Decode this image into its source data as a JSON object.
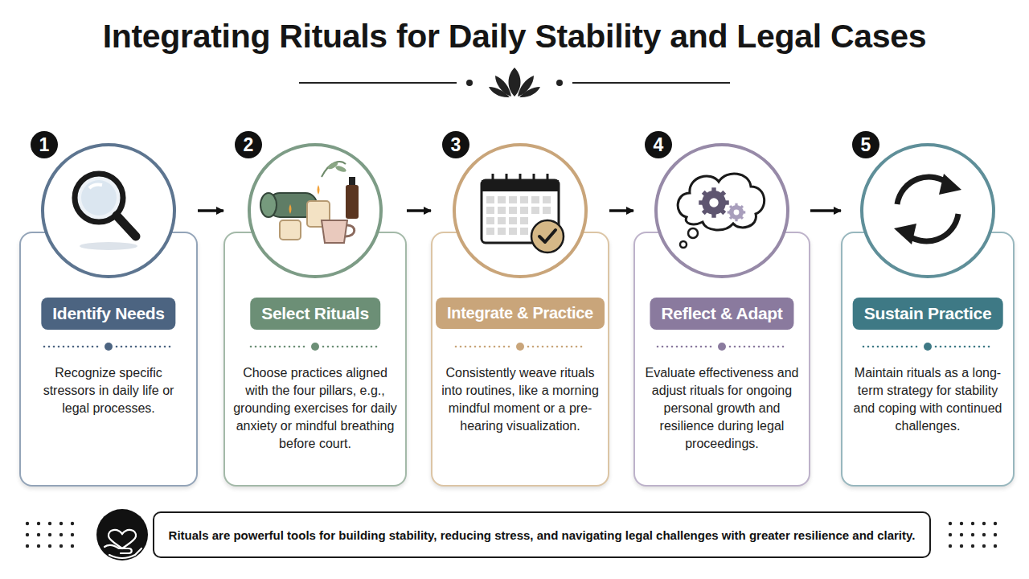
{
  "diagram": {
    "title": "Integrating Rituals for Daily Stability and Legal Cases",
    "nodes": [
      {
        "text": [
          "Identify Needs",
          "Recognize specific stressors in daily life or legal processes."
        ]
      },
      {
        "text": [
          "Select Rituals",
          "Choose practices aligned with the four pillars, e.g., grounding exercises for daily anxiety or mindful breathing before court."
        ]
      },
      {
        "text": [
          "Integrate & Practice",
          "Consistently weave rituals into routines, like a morning mindful moment or a pre-hearing visualization."
        ]
      },
      {
        "text": [
          "Reflect & Adapt",
          "Evaluate effectiveness and adjust rituals for ongoing personal growth and resilience during legal proceedings."
        ]
      },
      {
        "text": [
          "Sustain Practice",
          "Maintain rituals as a long-term strategy for stability and coping with continued challenges."
        ]
      },
      {
        "text": [
          "Rituals are powerful tools for building stability, reducing stress, and navigating legal challenges with greater resilience and clarity."
        ]
      }
    ],
    "edges": [
      {
        "from": 0,
        "to": 1,
        "arrow": "to"
      },
      {
        "from": 1,
        "to": 2,
        "arrow": "to"
      },
      {
        "from": 2,
        "to": 3,
        "arrow": "to"
      },
      {
        "from": 3,
        "to": 4,
        "arrow": "to"
      }
    ],
    "labels": [
      "1",
      "2",
      "3",
      "4",
      "5"
    ]
  }
}
